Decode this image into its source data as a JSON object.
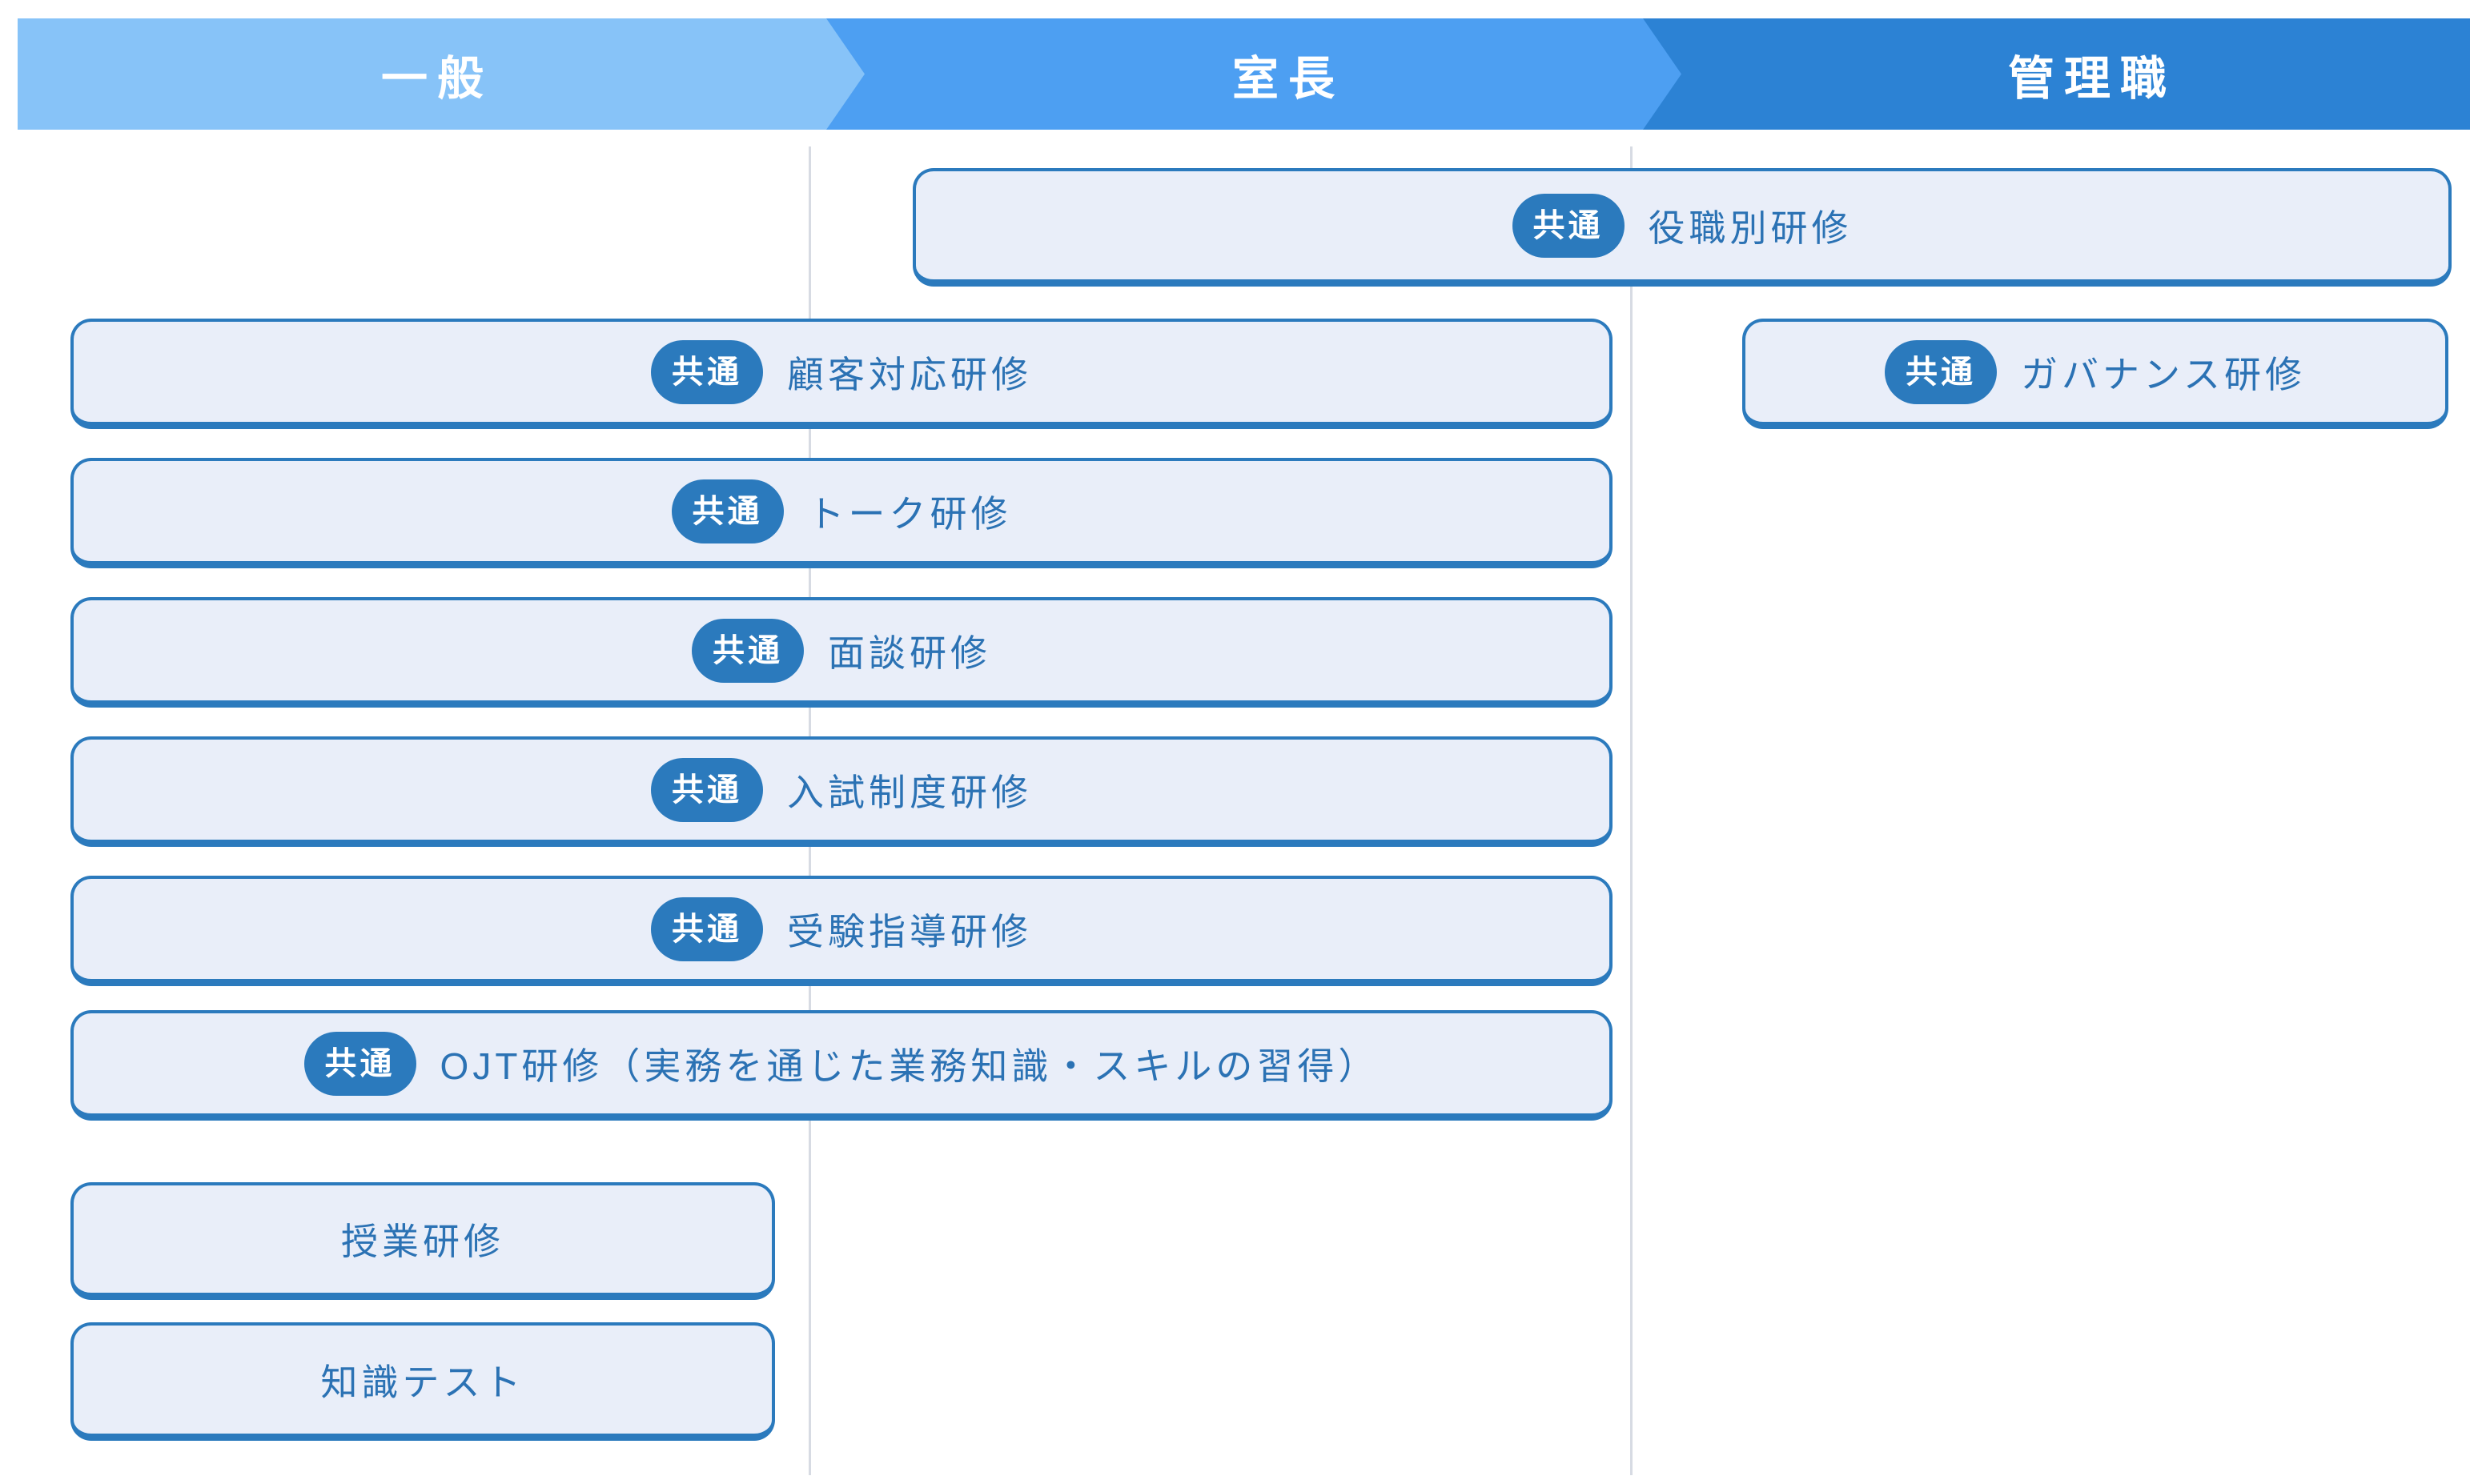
{
  "levels": [
    {
      "label": "一般"
    },
    {
      "label": "室長"
    },
    {
      "label": "管理職"
    }
  ],
  "badge_label": "共通",
  "trainings": [
    {
      "id": "role",
      "label": "役職別研修",
      "badge": true,
      "span": "室長〜管理職"
    },
    {
      "id": "customer",
      "label": "顧客対応研修",
      "badge": true,
      "span": "一般〜室長"
    },
    {
      "id": "governance",
      "label": "ガバナンス研修",
      "badge": true,
      "span": "管理職"
    },
    {
      "id": "talk",
      "label": "トーク研修",
      "badge": true,
      "span": "一般〜室長"
    },
    {
      "id": "interview",
      "label": "面談研修",
      "badge": true,
      "span": "一般〜室長"
    },
    {
      "id": "admission",
      "label": "入試制度研修",
      "badge": true,
      "span": "一般〜室長"
    },
    {
      "id": "exam",
      "label": "受験指導研修",
      "badge": true,
      "span": "一般〜室長"
    },
    {
      "id": "ojt",
      "label": "OJT研修（実務を通じた業務知識・スキルの習得）",
      "badge": true,
      "span": "一般〜室長"
    },
    {
      "id": "lesson",
      "label": "授業研修",
      "badge": false,
      "span": "一般"
    },
    {
      "id": "knowledge",
      "label": "知識テスト",
      "badge": false,
      "span": "一般"
    }
  ],
  "colors": {
    "level_general": "#87C3F8",
    "level_chief": "#4D9FF2",
    "level_manager": "#2C82D4",
    "box_fill": "#E9EEF9",
    "box_border": "#2B7ABD",
    "badge_bg": "#2B7ABD",
    "badge_text": "#FFFFFF",
    "label_text": "#2B72B4",
    "divider": "#D7DBE3"
  }
}
